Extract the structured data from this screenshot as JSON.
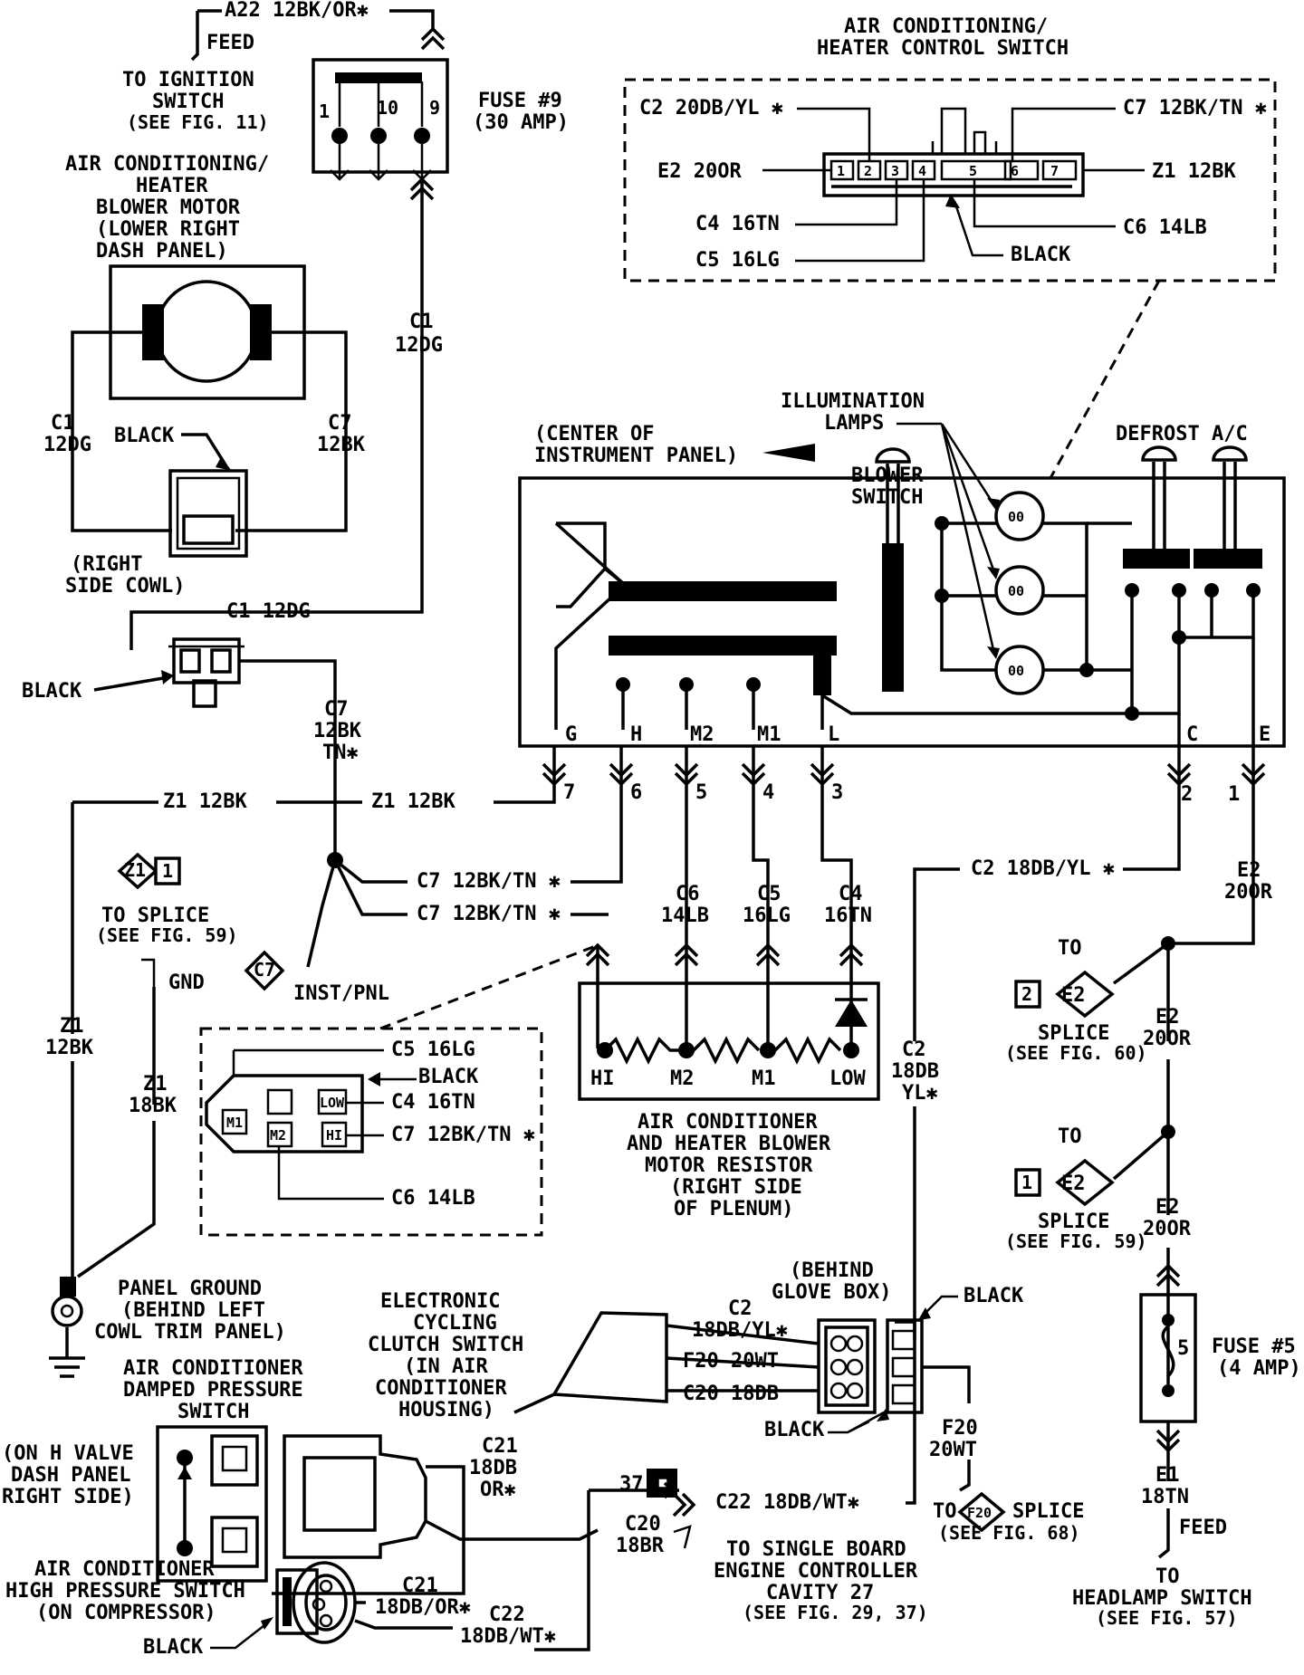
{
  "labels": {
    "a22": "A22 12BK/OR✱",
    "feed_top": "FEED",
    "to_ignition_1": "TO IGNITION",
    "to_ignition_2": "SWITCH",
    "to_ignition_3": "(SEE FIG. 11)",
    "fuse9_pin1": "1",
    "fuse9_pin10": "10",
    "fuse9_pin9": "9",
    "fuse9_1": "FUSE #9",
    "fuse9_2": "(30 AMP)",
    "blower_1": "AIR CONDITIONING/",
    "blower_2": "HEATER",
    "blower_3": "BLOWER MOTOR",
    "blower_4": "(LOWER RIGHT",
    "blower_5": "DASH PANEL)",
    "c1_left_1": "C1",
    "c1_left_2": "12DG",
    "c7_left_1": "C7",
    "c7_left_2": "12BK",
    "black_blower": "BLACK",
    "right_cowl_1": "(RIGHT",
    "right_cowl_2": "SIDE COWL)",
    "c1_mid_1": "C1",
    "c1_mid_2": "12DG",
    "c1_horiz": "C1 12DG",
    "black_conn": "BLACK",
    "c7_vert_1": "C7",
    "c7_vert_2": "12BK",
    "c7_vert_3": "TN✱",
    "z1_left": "Z1 12BK",
    "z1_right": "Z1 12BK",
    "z1_splice_code": "Z1",
    "z1_splice_num": "1",
    "to_splice59_1": "TO SPLICE",
    "to_splice59_2": "(SEE FIG. 59)",
    "gnd": "GND",
    "z1_vert_1": "Z1",
    "z1_vert_2": "12BK",
    "z1_18_1": "Z1",
    "z1_18_2": "18BK",
    "c7_tn_1": "C7 12BK/TN ✱",
    "c7_tn_2": "C7 12BK/TN ✱",
    "c7_inst_code": "C7",
    "inst_pnl": "INST/PNL",
    "resist_c5": "C5 16LG",
    "resist_black": "BLACK",
    "resist_c4": "C4 16TN",
    "resist_c7": "C7 12BK/TN ✱",
    "resist_c6": "C6 14LB",
    "resist_m1": "M1",
    "resist_low": "LOW",
    "resist_m2": "M2",
    "resist_hi": "HI",
    "panel_ground_1": "PANEL GROUND",
    "panel_ground_2": "(BEHIND LEFT",
    "panel_ground_3": "COWL TRIM PANEL)",
    "acs_title_1": "AIR CONDITIONING/",
    "acs_title_2": "HEATER CONTROL SWITCH",
    "acs_c2": "C2 20DB/YL ✱",
    "acs_e2": "E2 20OR",
    "acs_c4": "C4 16TN",
    "acs_c5": "C5 16LG",
    "acs_c7": "C7 12BK/TN ✱",
    "acs_z1": "Z1 12BK",
    "acs_c6": "C6 14LB",
    "acs_black": "BLACK",
    "acs_pin1": "1",
    "acs_pin2": "2",
    "acs_pin3": "3",
    "acs_pin4": "4",
    "acs_pin5": "5",
    "acs_pin6": "6",
    "acs_pin7": "7",
    "illum_1": "ILLUMINATION",
    "illum_2": "LAMPS",
    "blower_sw_1": "BLOWER",
    "blower_sw_2": "SWITCH",
    "center_1": "(CENTER OF",
    "center_2": "INSTRUMENT PANEL)",
    "defrost_ac": "DEFROST A/C",
    "lamp_1": "00",
    "lamp_2": "00",
    "lamp_3": "00",
    "term_g": "G",
    "term_h": "H",
    "term_m2": "M2",
    "term_m1": "M1",
    "term_l": "L",
    "term_c": "C",
    "term_e": "E",
    "cav_7": "7",
    "cav_6": "6",
    "cav_5": "5",
    "cav_4": "4",
    "cav_3": "3",
    "cav_2": "2",
    "cav_1": "1",
    "c6_1": "C6",
    "c6_2": "14LB",
    "c5_1": "C5",
    "c5_2": "16LG",
    "c4_1": "C4",
    "c4_2": "16TN",
    "c2_18": "C2 18DB/YL ✱",
    "e2_1": "E2",
    "e2_2": "20OR",
    "res_hi": "HI",
    "res_m2": "M2",
    "res_m1": "M1",
    "res_low": "LOW",
    "res_title_1": "AIR CONDITIONER",
    "res_title_2": "AND HEATER BLOWER",
    "res_title_3": "MOTOR RESISTOR",
    "res_title_4": "(RIGHT SIDE",
    "res_title_5": "OF PLENUM)",
    "c2_vert_1": "C2",
    "c2_vert_2": "18DB",
    "c2_vert_3": "YL✱",
    "to_1": "TO",
    "splice60_code": "E2",
    "splice60_num": "2",
    "splice60_1": "SPLICE",
    "splice60_2": "(SEE FIG. 60)",
    "e2_mid_1": "E2",
    "e2_mid_2": "20OR",
    "to_2": "TO",
    "splice59_code": "E2",
    "splice59_num": "1",
    "splice59_1": "SPLICE",
    "splice59_2": "(SEE FIG. 59)",
    "e2_low_1": "E2",
    "e2_low_2": "20OR",
    "fuse5_pin": "5",
    "fuse5_1": "FUSE #5",
    "fuse5_2": "(4 AMP)",
    "e1_1": "E1",
    "e1_2": "18TN",
    "feed_bottom": "FEED",
    "to_headlamp_1": "TO",
    "to_headlamp_2": "HEADLAMP SWITCH",
    "to_headlamp_3": "(SEE FIG. 57)",
    "glove_1": "(BEHIND",
    "glove_2": "GLOVE BOX)",
    "black_glove_top": "BLACK",
    "black_glove_bot": "BLACK",
    "ecc_1": "ELECTRONIC",
    "ecc_2": "CYCLING",
    "ecc_3": "CLUTCH SWITCH",
    "ecc_4": "(IN AIR",
    "ecc_5": "CONDITIONER",
    "ecc_6": "HOUSING)",
    "ecc_c2_1": "C2",
    "ecc_c2_2": "18DB/YL✱",
    "ecc_f20": "F20 20WT",
    "ecc_c20": "C20 18DB",
    "f20_1": "F20",
    "f20_2": "20WT",
    "to_f20": "TO",
    "f20_code": "F20",
    "f20_splice": "SPLICE",
    "f20_see": "(SEE FIG. 68)",
    "damped_1": "AIR CONDITIONER",
    "damped_2": "DAMPED PRESSURE",
    "damped_3": "SWITCH",
    "hvalve_1": "(ON H VALVE",
    "hvalve_2": "DASH PANEL",
    "hvalve_3": "RIGHT SIDE)",
    "c21_1": "C21",
    "c21_2": "18DB",
    "c21_3": "OR✱",
    "box37": "37",
    "c22_horiz": "C22 18DB/WT✱",
    "c20_1": "C20",
    "c20_2": "18BR",
    "sbec_1": "TO SINGLE BOARD",
    "sbec_2": "ENGINE CONTROLLER",
    "sbec_3": "CAVITY 27",
    "sbec_4": "(SEE FIG. 29, 37)",
    "highp_1": "AIR CONDITIONER",
    "highp_2": "HIGH PRESSURE SWITCH",
    "highp_3": "(ON COMPRESSOR)",
    "c21_hp": "C21",
    "c21_hp_2": "18DB/OR✱",
    "c22_hp_1": "C22",
    "c22_hp_2": "18DB/WT✱",
    "black_hp": "BLACK"
  }
}
